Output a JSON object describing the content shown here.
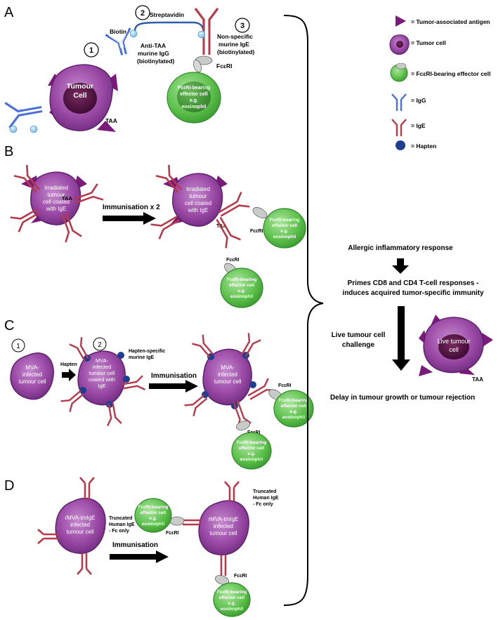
{
  "panels": {
    "A": {
      "letter": "A",
      "step1": "1",
      "step2": "2",
      "step3": "3",
      "biotin": "Biotin",
      "streptavidin": "Streptavidin",
      "igg_label": [
        "Anti-TAA",
        "murine IgG",
        "(biotinylated)"
      ],
      "ige_label": [
        "Non-specific",
        "murine IgE",
        "(biotinylated)"
      ],
      "fceri": "FcεRI",
      "effector": [
        "FcεRI-bearing",
        "effector cell",
        "e.g.",
        "eosinophil"
      ],
      "tumour_cell": [
        "Tumour",
        "Cell"
      ],
      "taa": "TAA"
    },
    "B": {
      "letter": "B",
      "cell_label": [
        "Irradiated",
        "tumour",
        "cell coated",
        "with IgE"
      ],
      "taa": "TAA",
      "arrow_label": "Immunisation x 2",
      "fceri": "FcεRI",
      "effector": [
        "FcεRI-bearing",
        "effector cell",
        "e.g.",
        "eosinophil"
      ]
    },
    "C": {
      "letter": "C",
      "step1": "1",
      "step2": "2",
      "cell1": [
        "MVA-",
        "infected",
        "tumour cell"
      ],
      "cell2": [
        "MVA-",
        "infected",
        "tumour cell",
        "coated with",
        "IgE"
      ],
      "cell3": [
        "MVA-",
        "infected",
        "tumour cell"
      ],
      "hapten": "Hapten",
      "hapten_ige": [
        "Hapten-specific",
        "murine IgE"
      ],
      "arrow_label": "Immunisation",
      "fceri": "FcεRI",
      "effector": [
        "FcεRI-bearing",
        "effector cell",
        "e.g.",
        "eosinophil"
      ]
    },
    "D": {
      "letter": "D",
      "cell": [
        "rMVA-tmIgE",
        "infected",
        "tumour cell"
      ],
      "truncated": [
        "Truncated",
        "Human IgE",
        "- Fc only"
      ],
      "arrow_label": "Immunisation",
      "fceri": "FcεRI",
      "effector": [
        "FcεRI-bearing",
        "effector cell",
        "e.g.",
        "eosinophil"
      ]
    }
  },
  "legend": {
    "items": [
      {
        "icon": "triangle-antigen-icon",
        "label": "= Tumor-associated antigen"
      },
      {
        "icon": "tumor-cell-icon",
        "label": "= Tumor cell"
      },
      {
        "icon": "effector-cell-icon",
        "label": "= FcεRI-bearing effector cell"
      },
      {
        "icon": "igg-icon",
        "label": "= IgG"
      },
      {
        "icon": "ige-icon",
        "label": "= IgE"
      },
      {
        "icon": "hapten-icon",
        "label": "= Hapten"
      }
    ]
  },
  "outcome": {
    "step1": "Allergic inflammatory  response",
    "step2": [
      "Primes CD8 and CD4 T-cell responses -",
      "induces acquired tumor-specific immunity"
    ],
    "challenge": [
      "Live tumour cell",
      "challenge"
    ],
    "live_cell": [
      "Live tumour",
      "cell"
    ],
    "taa": "TAA",
    "final": "Delay in tumour growth or tumour rejection"
  },
  "colors": {
    "tumor_fill": "#8e3f99",
    "tumor_stroke": "#5e1f6e",
    "nucleus": "#4a1040",
    "antigen": "#7b1a7a",
    "effector": "#5bbf4a",
    "effector_stroke": "#2f8a2a",
    "igg": "#4a6fd8",
    "ige": "#b63a4a",
    "hapten": "#1f3d91",
    "receptor": "#c8ccc8",
    "biotin": "#8fc9ef",
    "link": "#2f5fa8"
  }
}
